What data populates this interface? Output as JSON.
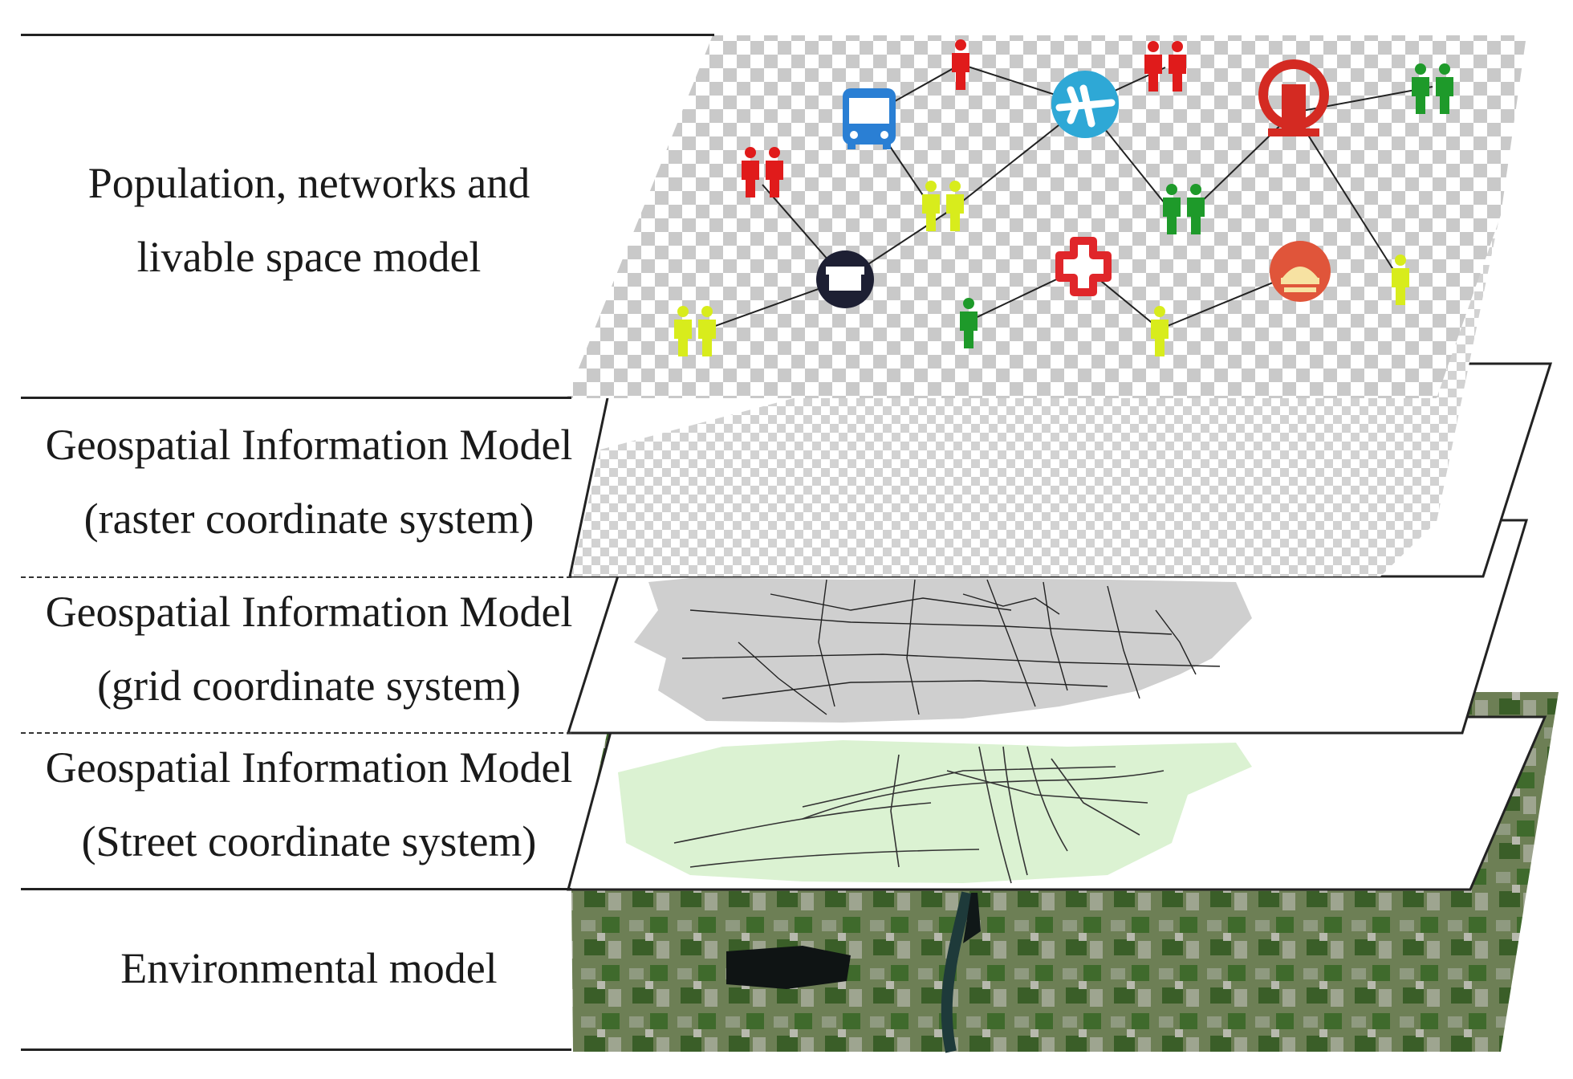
{
  "layers": [
    {
      "id": "population",
      "lines": [
        "Population, networks and",
        "livable space model"
      ]
    },
    {
      "id": "raster",
      "lines": [
        "Geospatial Information Model",
        "(raster coordinate system)"
      ]
    },
    {
      "id": "grid",
      "lines": [
        "Geospatial Information Model",
        "(grid coordinate system)"
      ]
    },
    {
      "id": "street",
      "lines": [
        "Geospatial Information Model",
        "(Street coordinate system)"
      ]
    },
    {
      "id": "environment",
      "lines": [
        "Environmental model"
      ]
    }
  ],
  "icons": {
    "bus": "bus-icon",
    "airplane": "airplane-icon",
    "railway": "railway-station-icon",
    "shop": "shop-icon",
    "hospital": "hospital-icon",
    "restaurant": "restaurant-icon",
    "person": "person-icon"
  },
  "colors": {
    "person_red": "#e01b1b",
    "person_yellow": "#d8ec1c",
    "person_green": "#1e9a2a",
    "bus": "#2a7fd4",
    "airplane": "#2ea8d6",
    "railway": "#d42a22",
    "shop": "#1d1f33",
    "hospital": "#e0262a",
    "restaurant": "#e0553a",
    "checker": "#c8c8c8",
    "grid_fill": "#cfcfcf",
    "street_fill": "#dcf3d2",
    "satellite": "#5a7446"
  }
}
